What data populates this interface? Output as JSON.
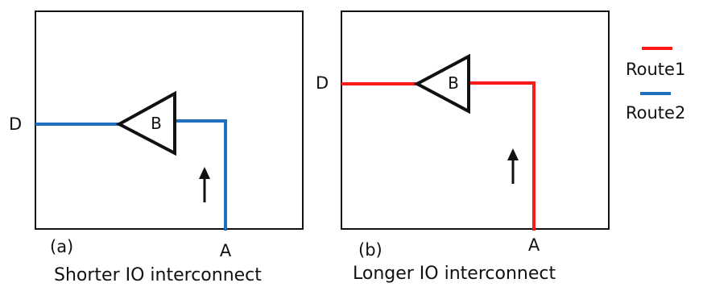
{
  "panel_a": {
    "tag": "(a)",
    "caption": "Shorter IO interconnect",
    "port_d": "D",
    "port_a": "A",
    "gate": "B",
    "route_color": "#1f6fbf"
  },
  "panel_b": {
    "tag": "(b)",
    "caption": "Longer IO interconnect",
    "port_d": "D",
    "port_a": "A",
    "gate": "B",
    "route_color": "#ff1a1a"
  },
  "legend": {
    "items": [
      {
        "label": "Route1",
        "color": "#ff1a1a"
      },
      {
        "label": "Route2",
        "color": "#1f6fbf"
      }
    ]
  },
  "icons": {
    "direction": "up-arrow-icon"
  }
}
